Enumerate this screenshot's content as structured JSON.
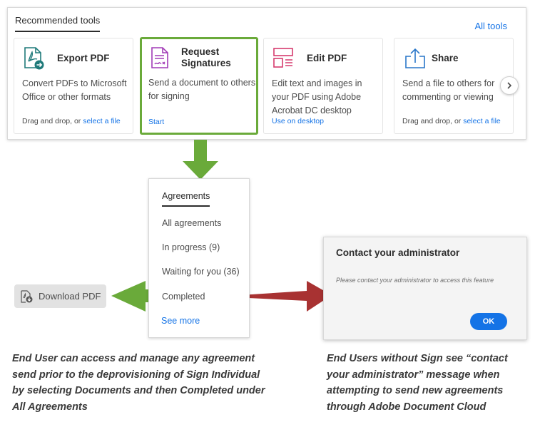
{
  "tools_panel": {
    "heading": "Recommended tools",
    "all_tools_label": "All tools",
    "cards": [
      {
        "name": "Export PDF",
        "description": "Convert PDFs to Microsoft Office or other formats",
        "action_prefix": "Drag and drop, or ",
        "action_link": "select a file",
        "icon": "export-pdf-icon"
      },
      {
        "name": "Request Signatures",
        "description": "Send a document to others for signing",
        "action_prefix": "",
        "action_link": "Start",
        "icon": "request-signatures-icon",
        "highlighted": true
      },
      {
        "name": "Edit PDF",
        "description": "Edit text and images in your PDF using Adobe Acrobat DC desktop",
        "action_prefix": "",
        "action_link": "Use on desktop",
        "icon": "edit-pdf-icon"
      },
      {
        "name": "Share",
        "description": "Send a file to others for commenting or viewing",
        "action_prefix": "Drag and drop, or ",
        "action_link": "select a file",
        "icon": "share-icon"
      }
    ],
    "next_icon": "chevron-right-icon"
  },
  "agreements": {
    "title": "Agreements",
    "items": [
      "All agreements",
      "In progress (9)",
      "Waiting for you (36)",
      "Completed"
    ],
    "see_more": "See more"
  },
  "download_button": {
    "label": "Download PDF",
    "icon": "download-pdf-icon"
  },
  "dialog": {
    "title": "Contact your administrator",
    "message": "Please contact your administrator to access this feature",
    "ok_label": "OK"
  },
  "captions": {
    "left": "End User can access and manage any agreement send prior to the deprovisioning of Sign Individual by selecting Documents and then Completed under All Agreements",
    "right": "End Users without Sign see “contact your administrator” message when attempting to send new agreements through Adobe Document Cloud"
  },
  "colors": {
    "link": "#1473e6",
    "green_arrow": "#6aaa3a",
    "red_arrow": "#a83232",
    "export_icon": "#1f7a7a",
    "sign_icon": "#a23bb7",
    "edit_icon": "#d63b6e",
    "share_icon": "#2a77c9"
  }
}
